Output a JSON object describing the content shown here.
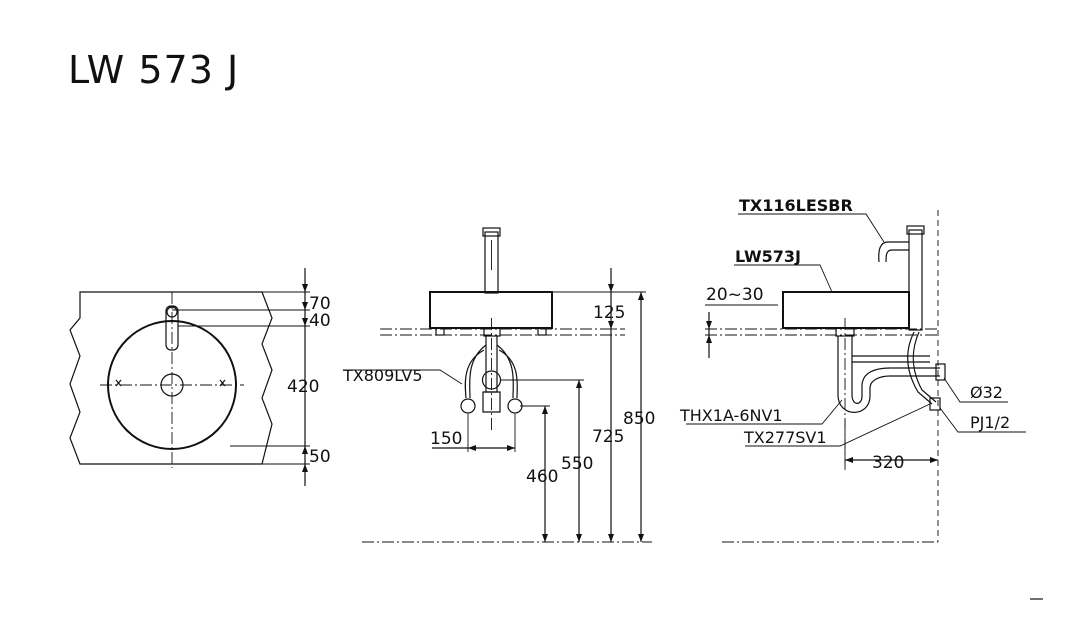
{
  "title": "LW 573 J",
  "plan_view": {
    "dims": [
      "70",
      "40",
      "420",
      "50"
    ]
  },
  "front_view": {
    "part_labels": [
      "TX809LV5"
    ],
    "dims": [
      "125",
      "150",
      "460",
      "550",
      "725",
      "850"
    ]
  },
  "side_view": {
    "part_labels": [
      "TX116LESBR",
      "LW573J",
      "THX1A-6NV1",
      "TX277SV1",
      "Ø32",
      "PJ1/2"
    ],
    "dims": [
      "20~30",
      "320"
    ]
  },
  "colors": {
    "line": "#111111",
    "background": "#ffffff"
  }
}
